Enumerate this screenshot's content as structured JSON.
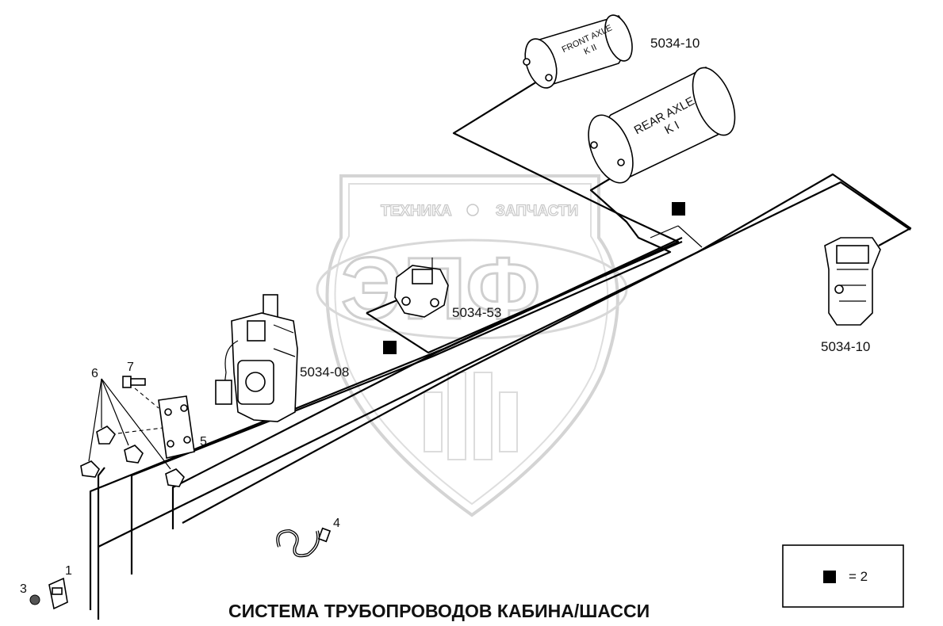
{
  "title": "СИСТЕМА ТРУБОПРОВОДОВ КАБИНА/ШАССИ",
  "watermark": {
    "top_left": "ТЕХНИКА",
    "top_right": "ЗАПЧАСТИ",
    "emblem": "ЭПФ"
  },
  "tanks": {
    "front": {
      "line1": "FRONT AXLE",
      "line2": "K II"
    },
    "rear": {
      "line1": "REAR AXLE",
      "line2": "K I"
    }
  },
  "labels": {
    "front_tank_ref": "5034-10",
    "right_unit_ref": "5034-10",
    "valve_ref": "5034-53",
    "master_ref": "5034-08",
    "item_1": "1",
    "item_3": "3",
    "item_4": "4",
    "item_5": "5",
    "item_6": "6",
    "item_7": "7"
  },
  "legend": {
    "equals": "= 2"
  },
  "colors": {
    "line": "#000000",
    "watermark": "#c8c8c8",
    "background": "#ffffff"
  }
}
